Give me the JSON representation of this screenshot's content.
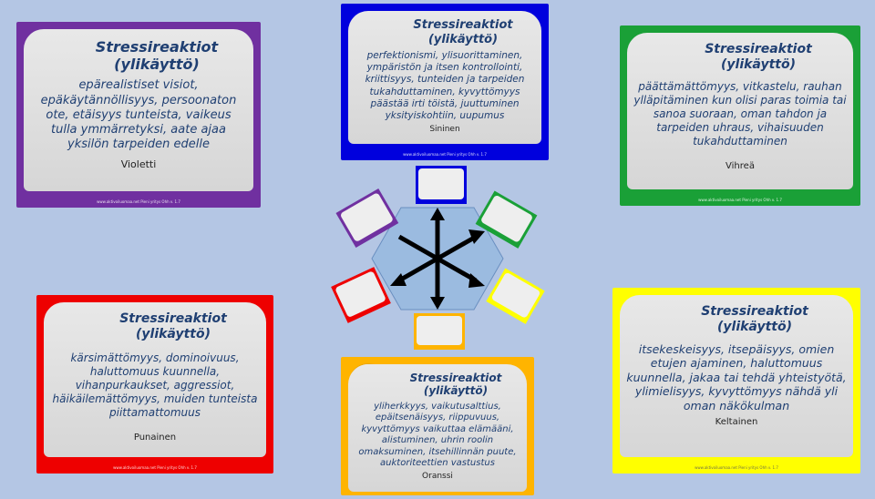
{
  "colors": {
    "violet": "#7030a0",
    "blue": "#0000dd",
    "green": "#1aa037",
    "red": "#ee0000",
    "orange": "#ffb400",
    "yellow": "#ffff00",
    "hex": "#9bbbe0"
  },
  "cards": {
    "violet": {
      "title": "Stressireaktiot (ylikäyttö)",
      "body": "epärealistiset visiot, epäkäytännöllisyys, persoonaton ote, etäisyys tunteista, vaikeus tulla ymmärretyksi, aate ajaa yksilön tarpeiden edelle",
      "label": "Violetti",
      "footer": "www.aktivoiluomaa.net     Pieni yritys Ohh v. 1.7"
    },
    "blue": {
      "title": "Stressireaktiot (ylikäyttö)",
      "body": "perfektionismi, ylisuorittaminen, ympäristön ja itsen kontrollointi, kriittisyys, tunteiden ja tarpeiden tukahduttaminen, kyvyttömyys päästää irti töistä, juuttuminen yksityiskohtiin, uupumus",
      "label": "Sininen",
      "footer": "www.aktivoiluomaa.net     Pieni yritys Ohh v. 1.7"
    },
    "green": {
      "title": "Stressireaktiot (ylikäyttö)",
      "body": "päättämättömyys, vitkastelu, rauhan ylläpitäminen kun olisi paras toimia tai sanoa suoraan, oman tahdon ja tarpeiden uhraus, vihaisuuden tukahduttaminen",
      "label": "Vihreä",
      "footer": "www.aktivoiluomaa.net     Pieni yritys Ohh v. 1.7"
    },
    "red": {
      "title": "Stressireaktiot (ylikäyttö)",
      "body": "kärsimättömyys, dominoivuus, haluttomuus kuunnella, vihanpurkaukset, aggressiot, häikäilemättömyys, muiden tunteista piittamattomuus",
      "label": "Punainen",
      "footer": "www.aktivoiluomaa.net     Pieni yritys Ohh v. 1.7"
    },
    "orange": {
      "title": "Stressireaktiot (ylikäyttö)",
      "body": "yliherkkyys, vaikutusalttius, epäitsenäisyys, riippuvuus, kyvyttömyys vaikuttaa elämääni, alistuminen, uhrin roolin omaksuminen, itsehillinnän puute, auktoriteettien vastustus",
      "label": "Oranssi",
      "footer": "www.aktivoiluomaa.net     Pieni yritys Ohh v. 1.7"
    },
    "yellow": {
      "title": "Stressireaktiot (ylikäyttö)",
      "body": "itsekeskeisyys, itsepäisyys, omien etujen ajaminen, haluttomuus kuunnella, jakaa tai tehdä yhteistyötä, ylimielisyys, kyvyttömyys nähdä yli oman näkökulman",
      "label": "Keltainen",
      "footer": "www.aktivoiluomaa.net     Pieni yritys Ohh v. 1.7"
    }
  },
  "icons": {
    "logo": "color-circle-logo-icon",
    "arrows": "six-direction-arrows-icon"
  }
}
